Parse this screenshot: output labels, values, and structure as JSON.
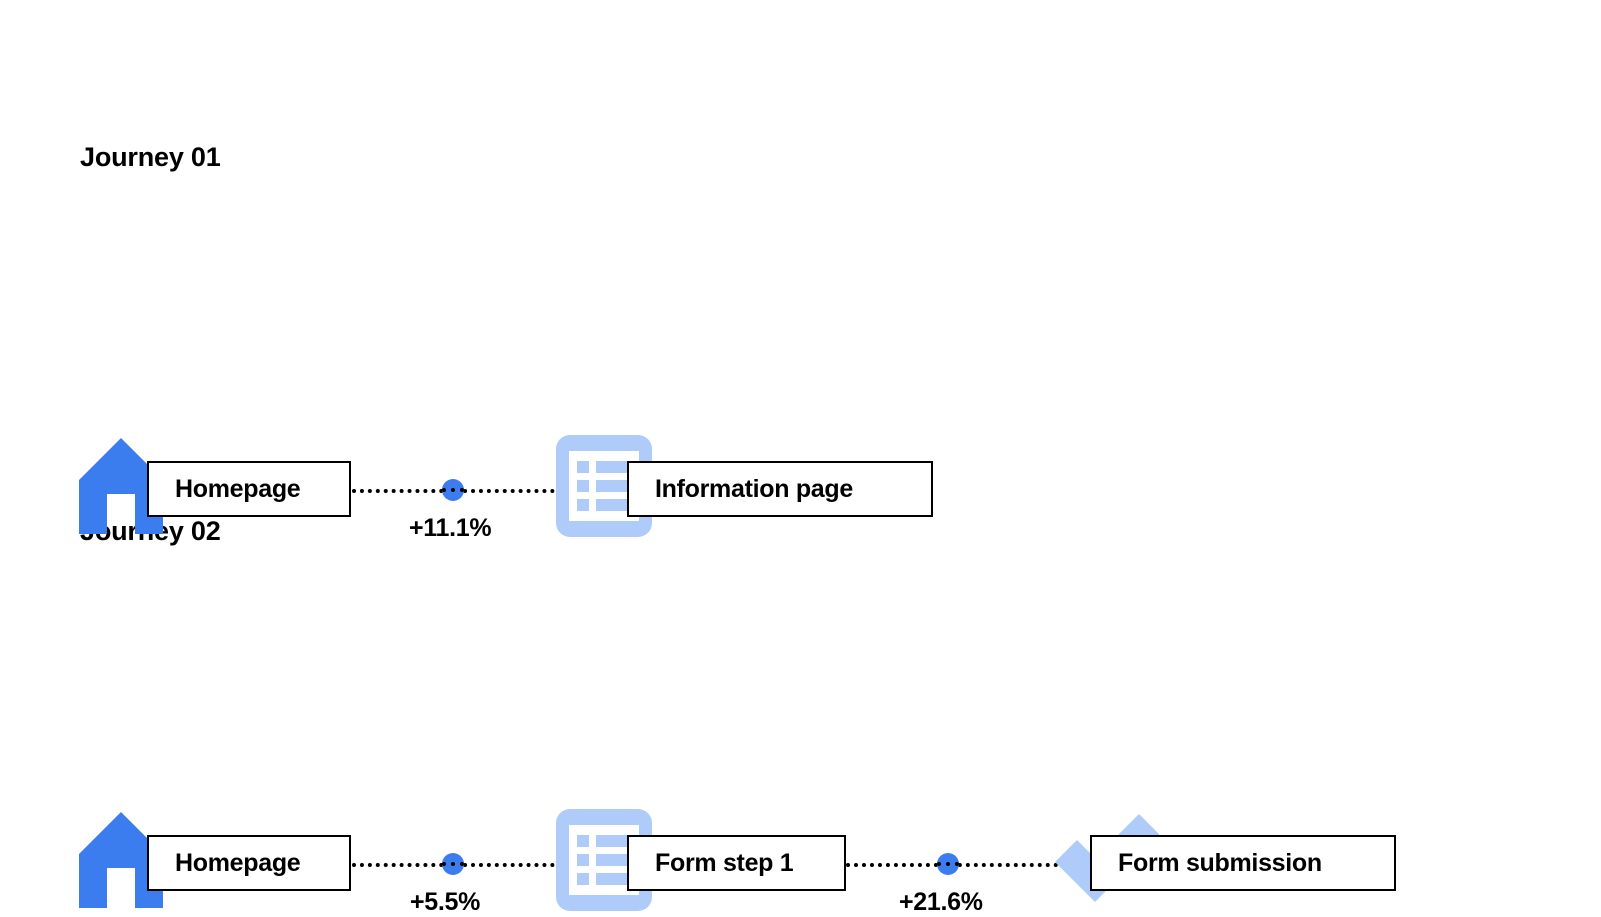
{
  "page": {
    "background_color": "#ffffff",
    "accent_blue": "#3B7DEE",
    "light_blue": "#AECBFA",
    "line_color": "#000000"
  },
  "journeys": [
    {
      "title": "Journey 01",
      "nodes": [
        {
          "label": "Homepage",
          "icon": "home-icon",
          "icon_color": "#3B7DEE"
        },
        {
          "label": "Information page",
          "icon": "list-document-icon",
          "icon_color": "#AECBFA"
        }
      ],
      "connections": [
        {
          "value": "+11.1%"
        }
      ]
    },
    {
      "title": "Journey 02",
      "nodes": [
        {
          "label": "Homepage",
          "icon": "home-icon",
          "icon_color": "#3B7DEE"
        },
        {
          "label": "Form step 1",
          "icon": "list-document-icon",
          "icon_color": "#AECBFA"
        },
        {
          "label": "Form submission",
          "icon": "checkmark-icon",
          "icon_color": "#AECBFA"
        }
      ],
      "connections": [
        {
          "value": "+5.5%"
        },
        {
          "value": "+21.6%"
        }
      ]
    }
  ]
}
